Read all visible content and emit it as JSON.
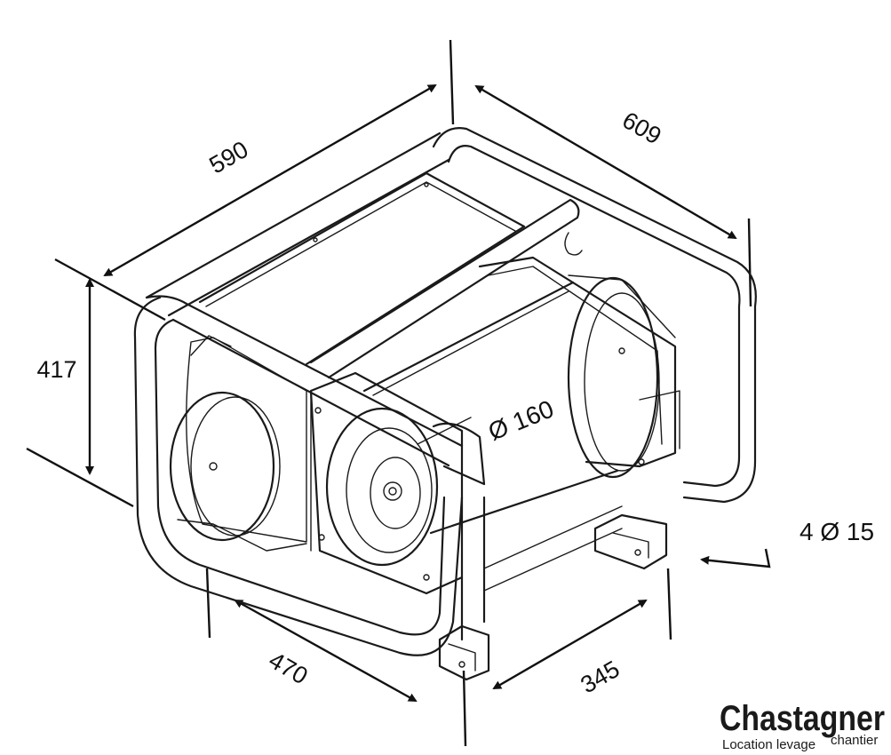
{
  "dimensions": {
    "width_top": "590",
    "depth_top": "609",
    "height": "417",
    "base_width": "470",
    "base_depth": "345",
    "drum_diameter": "Ø 160",
    "fixing_holes": "4 Ø 15"
  },
  "logo": {
    "brand": "Chastagner",
    "tagline_left": "Location levage",
    "tagline_right": "chantier"
  }
}
